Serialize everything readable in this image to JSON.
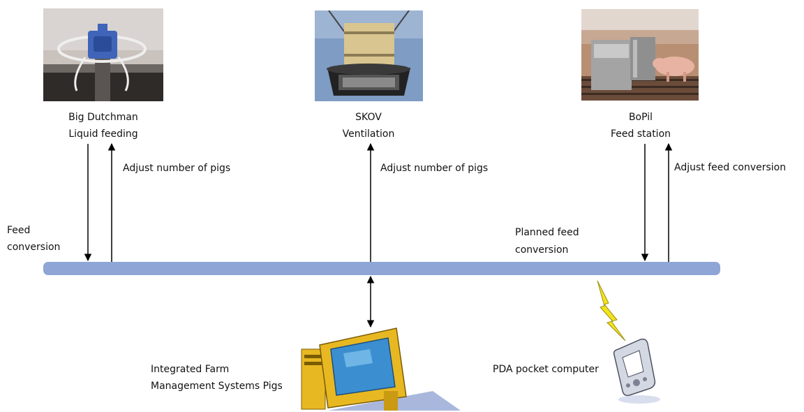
{
  "devices": [
    {
      "name": "Big Dutchman",
      "function": "Liquid feeding",
      "icon": "liquid-feeding-valve-photo"
    },
    {
      "name": "SKOV",
      "function": "Ventilation",
      "icon": "ventilation-fan-photo"
    },
    {
      "name": "BoPil",
      "function": "Feed station",
      "icon": "pig-feed-station-photo"
    }
  ],
  "links": {
    "feed_conversion_line1": "Feed",
    "feed_conversion_line2": "conversion",
    "adjust_pigs_feeding": "Adjust number of pigs",
    "adjust_pigs_ventilation": "Adjust number of pigs",
    "planned_feed_line1": "Planned feed",
    "planned_feed_line2": "conversion",
    "adjust_feed_conversion": "Adjust feed conversion"
  },
  "management_system": {
    "line1": "Integrated Farm",
    "line2": "Management Systems Pigs",
    "icon": "desktop-computer-icon"
  },
  "pda": {
    "label": "PDA pocket computer",
    "icon": "pda-icon",
    "wireless_icon": "lightning-bolt-icon"
  },
  "colors": {
    "bus": "#8ea5d6",
    "lightning": "#f3e31c",
    "monitor": "#e8b822",
    "screen": "#3b8fd0"
  }
}
